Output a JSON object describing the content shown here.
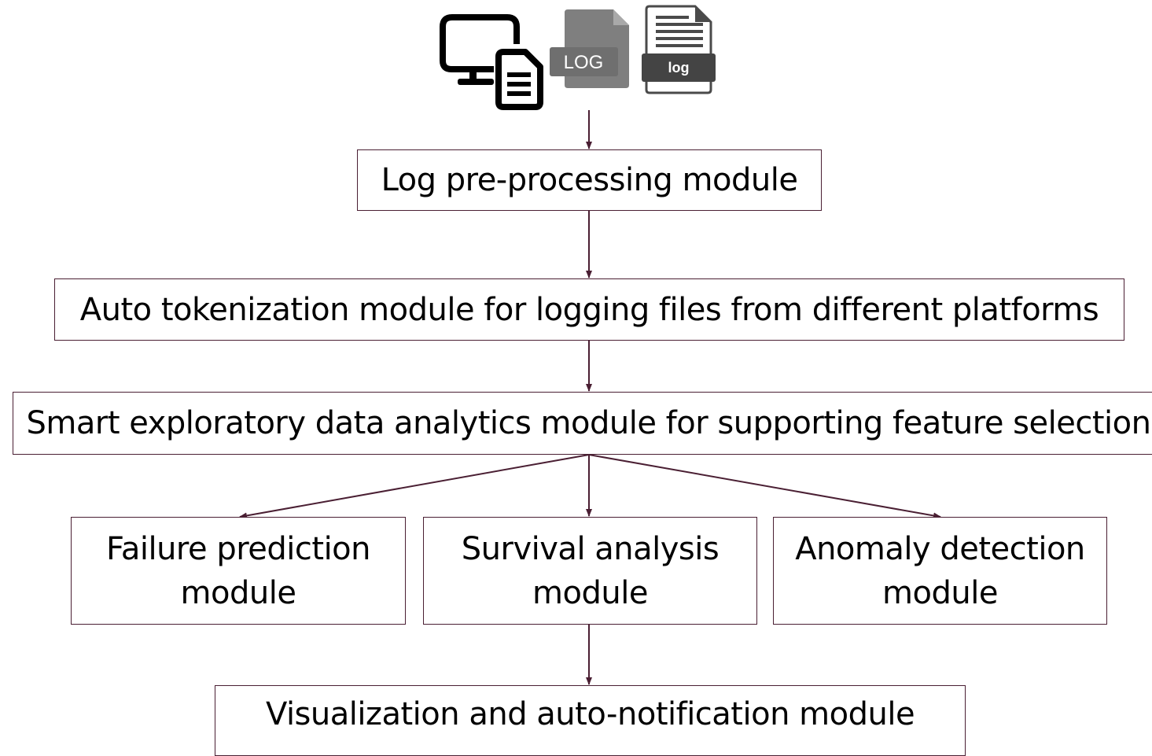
{
  "icons": [
    {
      "name": "monitor-document-icon"
    },
    {
      "name": "log-file-gray-icon",
      "label": "LOG",
      "color": "#7a7a7a"
    },
    {
      "name": "log-file-dark-icon",
      "label": "log",
      "color": "#4a4a4a"
    }
  ],
  "colors": {
    "border": "#4a1f33",
    "arrow": "#4a1f33"
  },
  "modules": {
    "preprocessing": "Log pre-processing module",
    "tokenization": "Auto tokenization module for logging files from different platforms",
    "eda": "Smart exploratory data analytics module for supporting feature selection",
    "failure": [
      "Failure prediction",
      "module"
    ],
    "survival": [
      "Survival analysis",
      "module"
    ],
    "anomaly": [
      "Anomaly detection",
      "module"
    ],
    "visualization": "Visualization and auto-notification module"
  }
}
